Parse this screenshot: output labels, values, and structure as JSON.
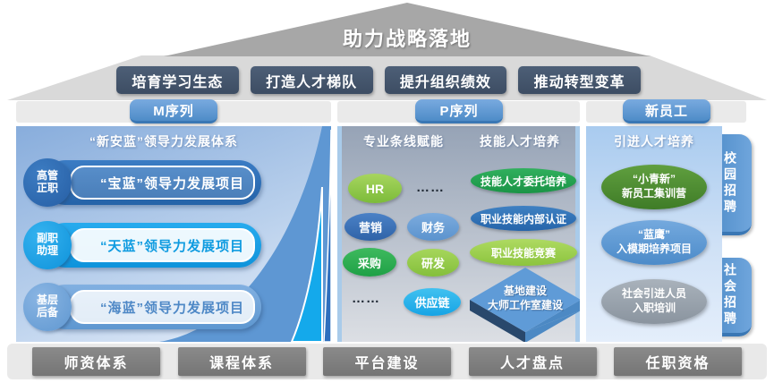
{
  "roof": {
    "title": "助力战略落地"
  },
  "strategy_boxes": [
    "培育学习生态",
    "打造人才梯队",
    "提升组织绩效",
    "推动转型变革"
  ],
  "columns": {
    "m": {
      "tab": "M序列",
      "title": "“新安蓝”领导力发展体系",
      "rows": [
        {
          "badge_top": "高管",
          "badge_bottom": "正职",
          "label": "“宝蓝”领导力发展项目"
        },
        {
          "badge_top": "副职",
          "badge_bottom": "助理",
          "label": "“天蓝”领导力发展项目"
        },
        {
          "badge_top": "基层",
          "badge_bottom": "后备",
          "label": "“海蓝”领导力发展项目"
        }
      ]
    },
    "p": {
      "tab": "P序列",
      "left_title": "专业条线赋能",
      "right_title": "技能人才培养",
      "functions": {
        "hr": "HR",
        "marketing": "营销",
        "finance": "财务",
        "procurement": "采购",
        "rd": "研发",
        "supply_chain": "供应链",
        "dots": "……"
      },
      "skills": [
        "技能人才委托培养",
        "职业技能内部认证",
        "职业技能竞赛"
      ],
      "base": {
        "line1": "基地建设",
        "line2": "大师工作室建设"
      }
    },
    "n": {
      "tab": "新员工",
      "title": "引进人才培养",
      "items": [
        {
          "line1": "“小青新”",
          "line2": "新员工集训营"
        },
        {
          "line1": "“蓝鹰”",
          "line2": "入模期培养项目"
        },
        {
          "line1": "社会引进人员",
          "line2": "入职培训"
        }
      ],
      "side_tabs": [
        "校园招聘",
        "社会招聘"
      ]
    }
  },
  "foundation": [
    "师资体系",
    "课程体系",
    "平台建设",
    "人才盘点",
    "任职资格"
  ],
  "colors": {
    "roof_gray": "#a7a7a7",
    "band_gray": "#d9d9d9",
    "slate_box": "#44546a",
    "tab_blue": "#5b9bd5",
    "swoosh_cyan": "#14a9eb",
    "deep_blue": "#2e74b5",
    "green": "#2fae5c",
    "light_green": "#8cc43e",
    "dark_green": "#4e8c33",
    "foundation_gray": "#7f7f7f"
  }
}
